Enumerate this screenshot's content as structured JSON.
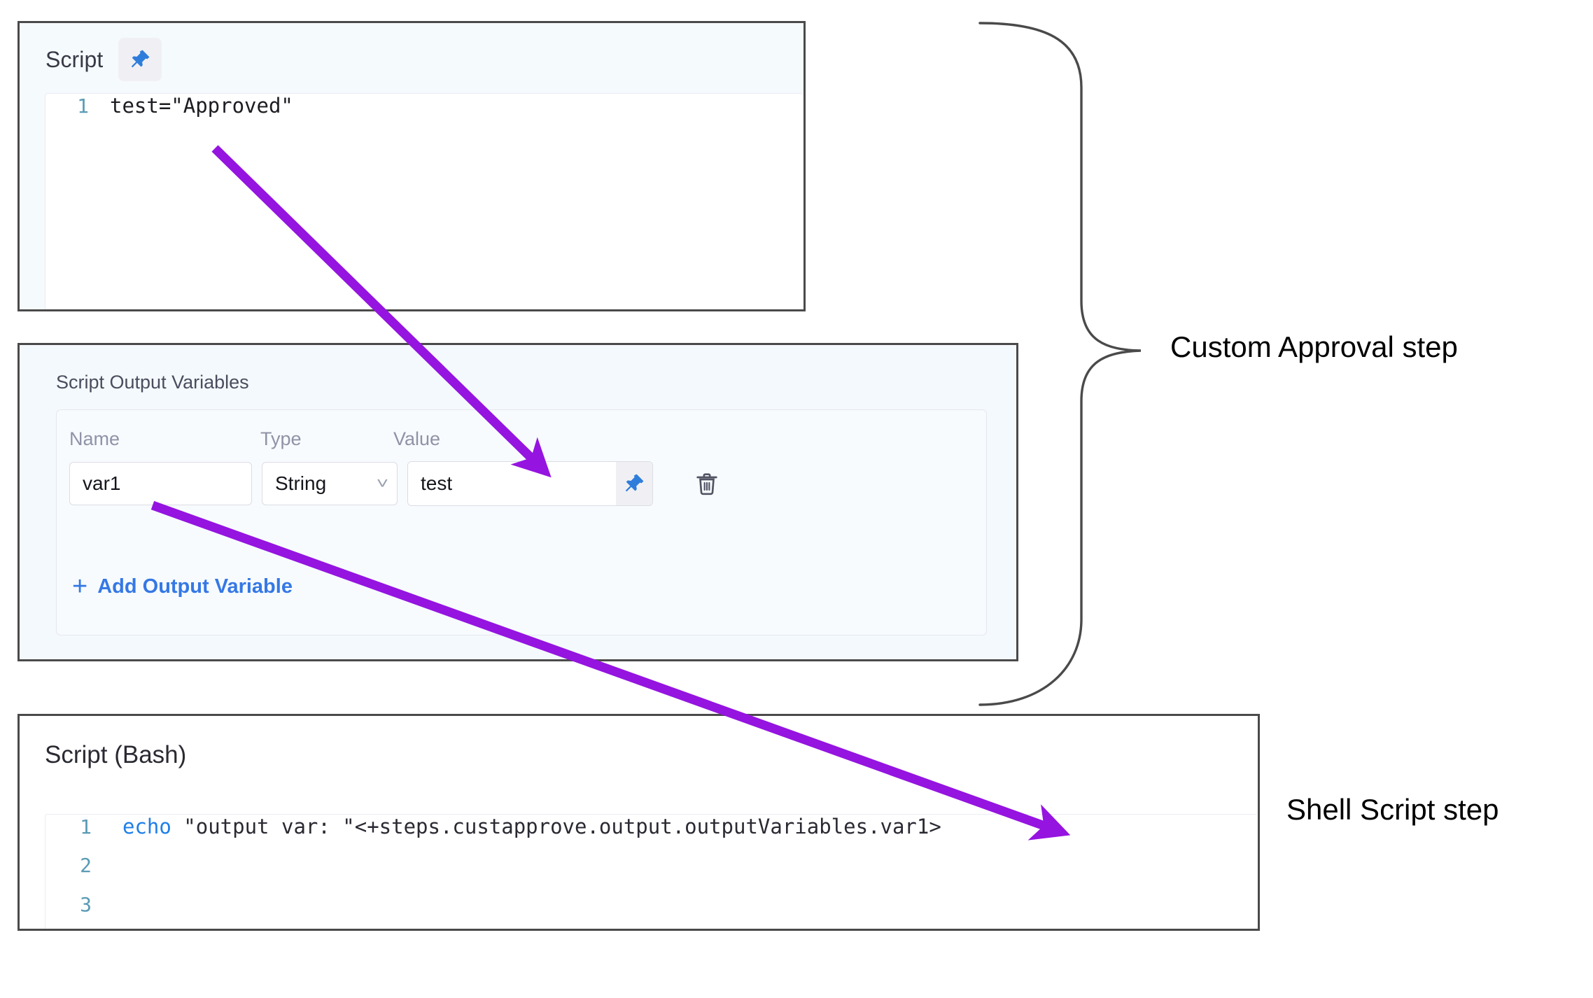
{
  "script_panel": {
    "title": "Script",
    "pin_icon": "pushpin-icon",
    "code": {
      "lines": [
        {
          "number": "1",
          "text": "test=\"Approved\""
        }
      ]
    }
  },
  "output_variables_panel": {
    "title": "Script Output Variables",
    "columns": {
      "name": "Name",
      "type": "Type",
      "value": "Value"
    },
    "rows": [
      {
        "name": "var1",
        "type": "String",
        "type_options": [
          "String"
        ],
        "value": "test",
        "pin_icon": "pushpin-icon",
        "delete_icon": "trash-icon"
      }
    ],
    "add_label": "Add Output Variable",
    "add_icon": "plus-icon",
    "link_color": "#3578e5"
  },
  "bash_panel": {
    "title": "Script (Bash)",
    "code": {
      "lines": [
        {
          "number": "1",
          "keyword": "echo",
          "rest": " \"output var: \"<+steps.custapprove.output.outputVariables.var1>"
        },
        {
          "number": "2",
          "keyword": "",
          "rest": ""
        },
        {
          "number": "3",
          "keyword": "",
          "rest": ""
        }
      ]
    }
  },
  "annotations": {
    "brace_label": "Custom Approval step",
    "shell_label": "Shell Script step",
    "arrow_color": "#9514e0",
    "brace_color": "#4a4a4a"
  }
}
